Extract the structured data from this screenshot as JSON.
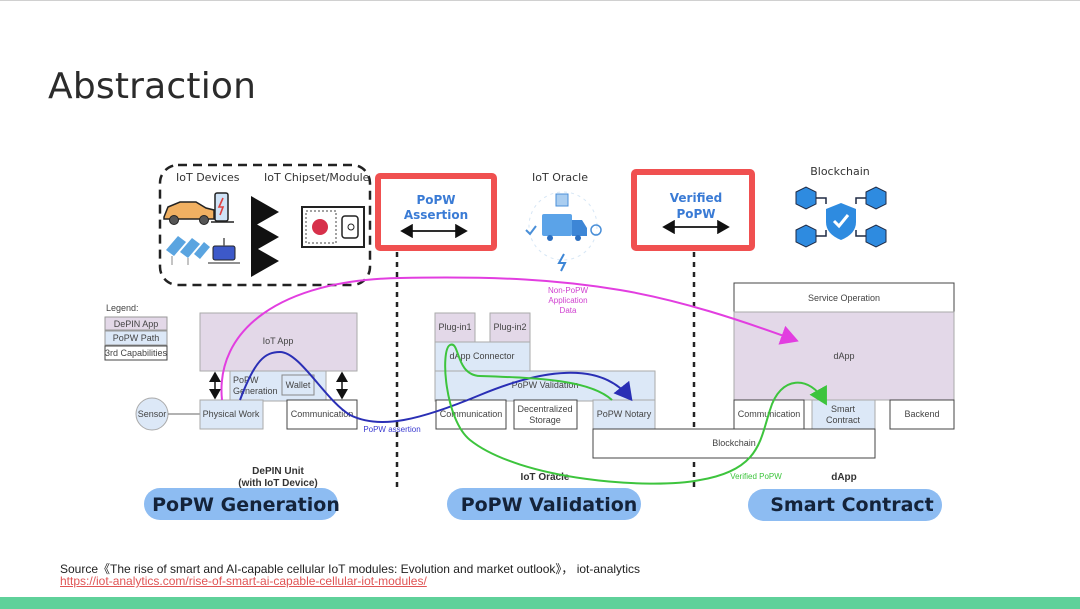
{
  "slide": {
    "title": "Abstraction",
    "source_text": "Source《The rise of smart and AI-capable cellular IoT modules: Evolution and market outlook》， iot-analytics",
    "source_link": "https://iot-analytics.com/rise-of-smart-ai-capable-cellular-iot-modules/"
  },
  "colors": {
    "depin_app": "#e3d8e8",
    "popw_path": "#dce8f7",
    "highlight_red": "#f05050",
    "pill_blue": "#8dbcf2",
    "magenta_flow": "#e23ee0",
    "blue_flow": "#2a2fb5",
    "green_flow": "#3dc43d",
    "accent_bar": "#5fd19a"
  },
  "top_section": {
    "iot_devices_label": "IoT Devices",
    "iot_chipset_label": "IoT Chipset/Module",
    "popw_assertion": [
      "PoPW",
      "Assertion"
    ],
    "iot_oracle_label": "IoT Oracle",
    "verified_popw": [
      "Verified",
      "PoPW"
    ],
    "blockchain_label": "Blockchain"
  },
  "legend": {
    "title": "Legend:",
    "items": [
      "DePIN App",
      "PoPW Path",
      "3rd Capabilities"
    ]
  },
  "depin_unit": {
    "iot_app": "IoT App",
    "popw_generation": [
      "PoPW",
      "Generation"
    ],
    "wallet": "Wallet",
    "sensor": "Sensor",
    "physical_work": "Physical Work",
    "communication": "Communication",
    "caption": [
      "DePIN Unit",
      "(with IoT Device)"
    ]
  },
  "iot_oracle": {
    "plugin1": "Plug-in1",
    "plugin2": "Plug-in2",
    "dapp_connector": "dApp Connector",
    "popw_validation": "PoPW Validation",
    "communication": "Communication",
    "decentralized_storage": [
      "Decentralized",
      "Storage"
    ],
    "popw_notary": "PoPW Notary",
    "caption": "IoT Oracle"
  },
  "dapp": {
    "service_operation": "Service Operation",
    "dapp": "dApp",
    "communication": "Communication",
    "smart_contract": [
      "Smart",
      "Contract"
    ],
    "backend": "Backend",
    "blockchain": "Blockchain",
    "caption": "dApp"
  },
  "flows": {
    "non_popw": [
      "Non-PoPW",
      "Application",
      "Data"
    ],
    "popw_assertion": "PoPW assertion",
    "verified_popw": "Verified PoPW"
  },
  "pills": [
    "PoPW Generation",
    "PoPW Validation",
    "Smart Contract"
  ]
}
